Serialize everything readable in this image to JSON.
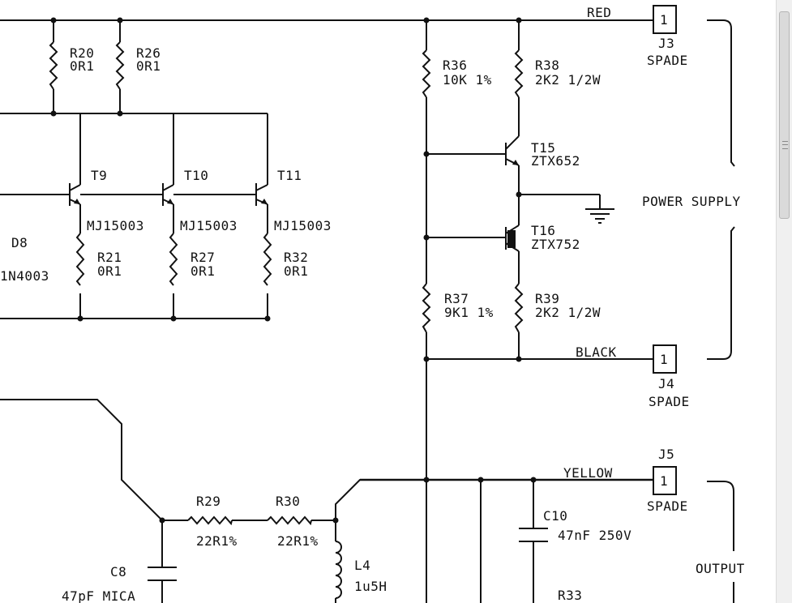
{
  "components": {
    "r20": {
      "ref": "R20",
      "value": "0R1"
    },
    "r26": {
      "ref": "R26",
      "value": "0R1"
    },
    "r36": {
      "ref": "R36",
      "value": "10K 1%"
    },
    "r38": {
      "ref": "R38",
      "value": "2K2 1/2W"
    },
    "t9": {
      "ref": "T9",
      "part": "MJ15003"
    },
    "t10": {
      "ref": "T10",
      "part": "MJ15003"
    },
    "t11": {
      "ref": "T11",
      "part": "MJ15003"
    },
    "t15": {
      "ref": "T15",
      "part": "ZTX652"
    },
    "t16": {
      "ref": "T16",
      "part": "ZTX752"
    },
    "d8": {
      "ref": "D8",
      "part": "1N4003"
    },
    "r21": {
      "ref": "R21",
      "value": "0R1"
    },
    "r27": {
      "ref": "R27",
      "value": "0R1"
    },
    "r32": {
      "ref": "R32",
      "value": "0R1"
    },
    "r37": {
      "ref": "R37",
      "value": "9K1 1%"
    },
    "r39": {
      "ref": "R39",
      "value": "2K2 1/2W"
    },
    "r29": {
      "ref": "R29",
      "value": "22R1%"
    },
    "r30": {
      "ref": "R30",
      "value": "22R1%"
    },
    "l4": {
      "ref": "L4",
      "value": "1u5H"
    },
    "c8": {
      "ref": "C8",
      "value": "47pF MICA"
    },
    "c10": {
      "ref": "C10",
      "value": "47nF 250V"
    },
    "r33": {
      "ref": "R33"
    }
  },
  "connectors": {
    "j3": {
      "ref": "J3",
      "pin": "1",
      "type": "SPADE",
      "wire": "RED"
    },
    "j4": {
      "ref": "J4",
      "pin": "1",
      "type": "SPADE",
      "wire": "BLACK"
    },
    "j5": {
      "ref": "J5",
      "pin": "1",
      "type": "SPADE",
      "wire": "YELLOW"
    }
  },
  "groups": {
    "power_supply": "POWER SUPPLY",
    "output": "OUTPUT"
  }
}
